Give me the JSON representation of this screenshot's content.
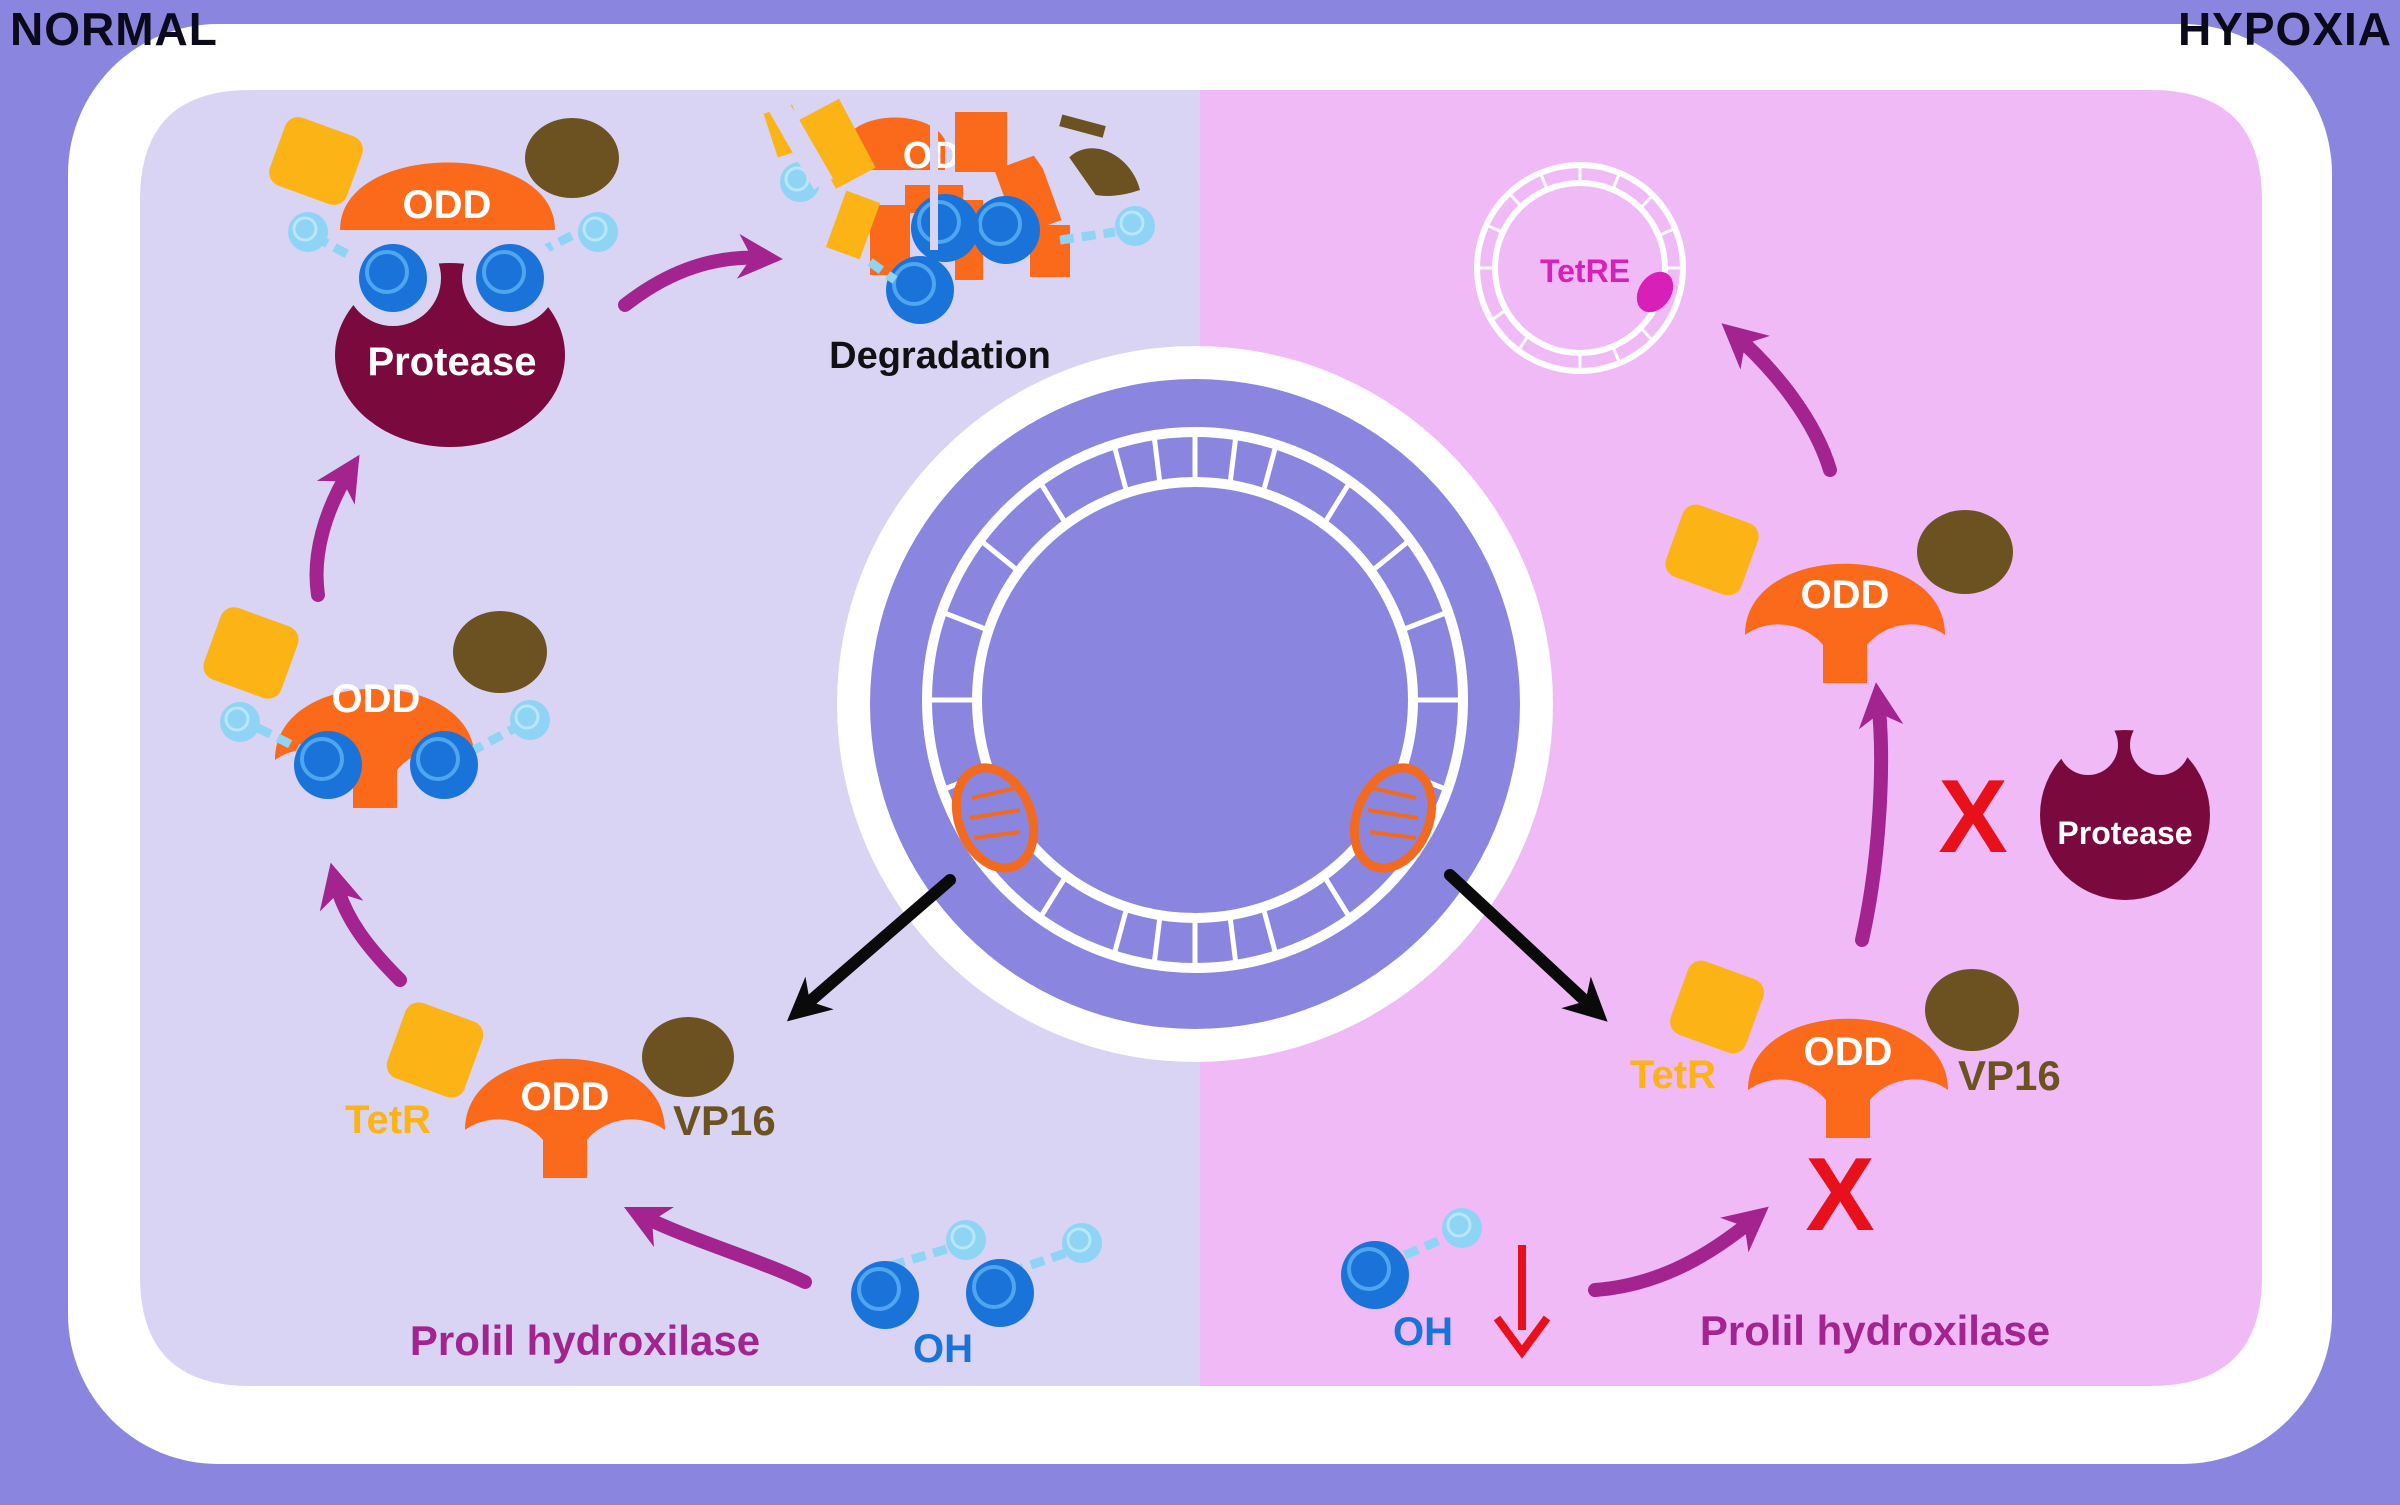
{
  "labels": {
    "normal": "NORMAL",
    "hypoxia": "HYPOXIA",
    "odd": "ODD",
    "protease": "Protease",
    "degradation": "Degradation",
    "tetr": "TetR",
    "vp16": "VP16",
    "oh": "OH",
    "prolil": "Prolil hydroxilase",
    "tetre": "TetRE",
    "x_mark": "X"
  },
  "colors": {
    "outer_bg": "#8a86e0",
    "cell_border": "#ffffff",
    "normal_panel": "#d9d4f4",
    "hypoxia_panel": "#f0baf7",
    "odd_orange": "#fb6a1a",
    "tetr_yellow": "#fbb316",
    "vp16_brown": "#6b5220",
    "hydroxyl_blue": "#1a73d9",
    "hydroxyl_light": "#8fd3f5",
    "protease_maroon": "#7a0a3e",
    "arrow_purple": "#a3238f",
    "inhibit_red": "#e8101a",
    "tetre_magenta": "#d81fb8",
    "nucleus": "#8a86e0",
    "dna_orange": "#f26a1f"
  },
  "icons": [
    "dna-plasmid-icon",
    "hydroxyl-group-icon",
    "down-arrow-icon",
    "inhibition-x-icon"
  ]
}
